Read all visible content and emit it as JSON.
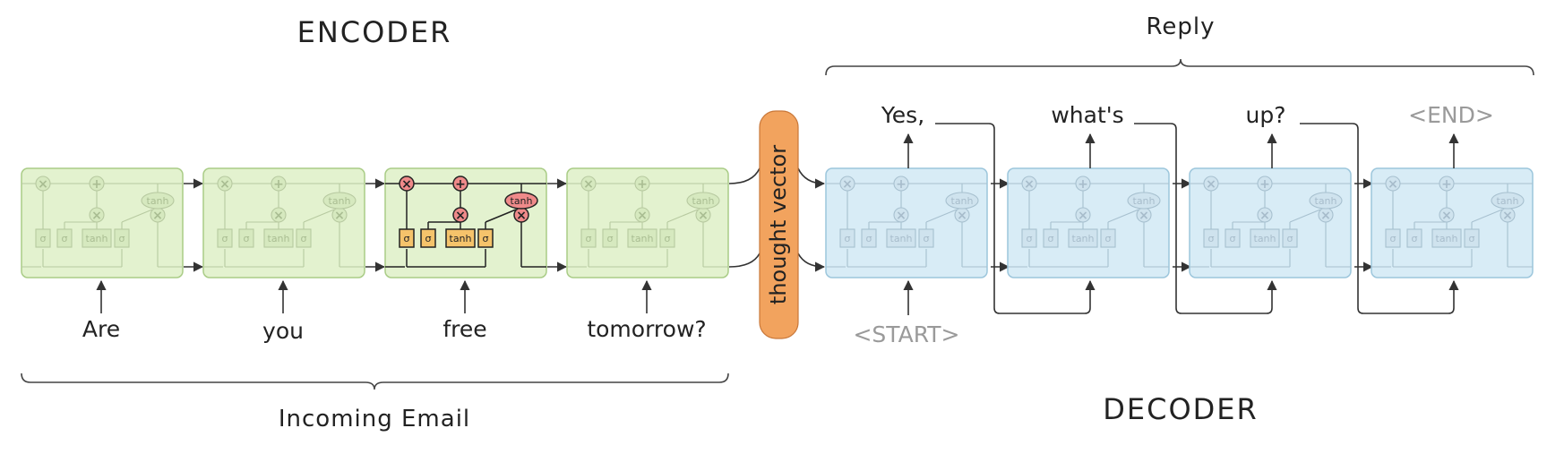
{
  "encoder_title": "ENCODER",
  "decoder_title": "DECODER",
  "reply_label": "Reply",
  "incoming_label": "Incoming Email",
  "thought_vector_label": "thought vector",
  "encoder_inputs": [
    "Are",
    "you",
    "free",
    "tomorrow?"
  ],
  "decoder_inputs": [
    "<START>"
  ],
  "decoder_outputs": [
    "Yes,",
    "what's",
    "up?",
    "<END>"
  ],
  "cell_gate_labels": {
    "sigma": "σ",
    "tanh": "tanh",
    "times": "×",
    "plus": "+"
  },
  "colors": {
    "encoder_cell": "#e3f2cf",
    "decoder_cell": "#d8ecf6",
    "thought_vector": "#f2a35e",
    "highlight_gate": "#f5c36b",
    "highlight_op": "#ef8a8a",
    "start_end_text": "#9a9a9a"
  }
}
